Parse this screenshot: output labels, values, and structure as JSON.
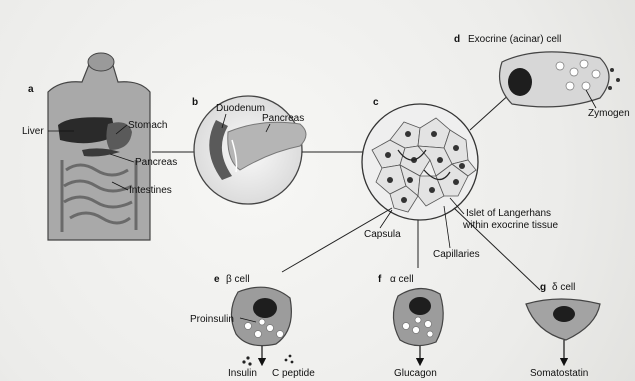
{
  "panels": {
    "a": "a",
    "b": "b",
    "c": "c",
    "d": "d",
    "e": "e",
    "f": "f",
    "g": "g"
  },
  "labels": {
    "liver": "Liver",
    "stomach": "Stomach",
    "pancreas_a": "Pancreas",
    "intestines": "Intestines",
    "duodenum": "Duodenum",
    "pancreas_b": "Pancreas",
    "exocrine": "Exocrine (acinar) cell",
    "zymogen": "Zymogen",
    "islet_line1": "Islet of Langerhans",
    "islet_line2": "within exocrine tissue",
    "capsula": "Capsula",
    "capillaries": "Capillaries",
    "beta_cell": "β cell",
    "proinsulin": "Proinsulin",
    "insulin": "Insulin",
    "c_peptide": "C peptide",
    "alpha_cell": "α cell",
    "glucagon": "Glucagon",
    "delta_cell": "δ cell",
    "somatostatin": "Somatostatin"
  },
  "colors": {
    "dark": "#1a1a1a",
    "mid": "#6d6d6d",
    "light": "#bdbdbd",
    "organ": "#8a8a8a"
  }
}
